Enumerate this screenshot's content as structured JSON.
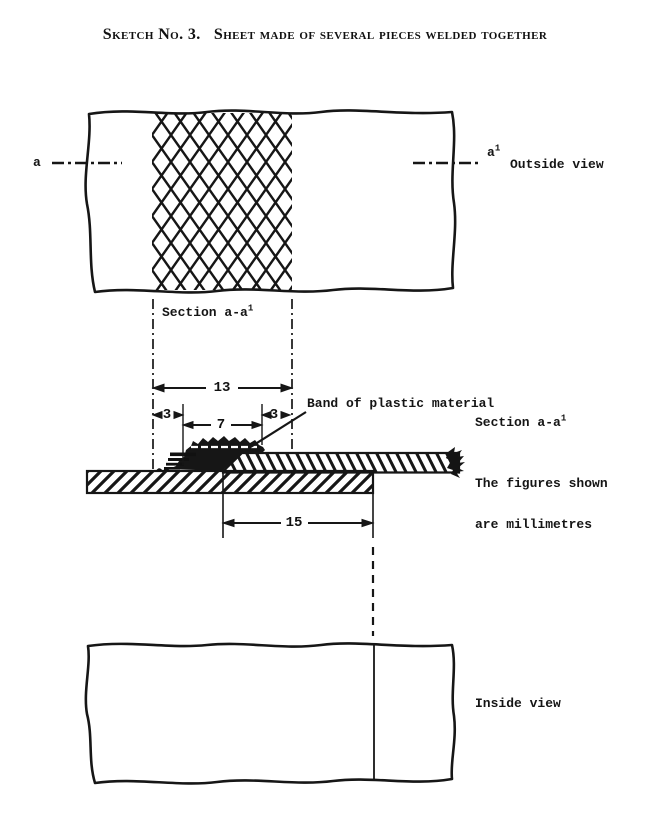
{
  "page": {
    "title": "Sketch No. 3.   Sheet made of several pieces welded together"
  },
  "colors": {
    "ink": "#1a1a1a",
    "paper": "#ffffff"
  },
  "outside_view": {
    "label": "Outside view",
    "marker_left": "a",
    "marker_right_base": "a",
    "marker_right_sup": "1"
  },
  "section_view": {
    "label_below_base": "Section a-a",
    "label_below_sup": "1",
    "label_right_base": "Section a-a",
    "label_right_sup": "1",
    "band_label": "Band of plastic material",
    "note_line1": "The figures shown",
    "note_line2": "are millimetres",
    "dims": {
      "total_width": "13",
      "left_margin": "3",
      "band_width": "7",
      "right_margin": "3",
      "overlap": "15"
    }
  },
  "inside_view": {
    "label": "Inside view"
  }
}
